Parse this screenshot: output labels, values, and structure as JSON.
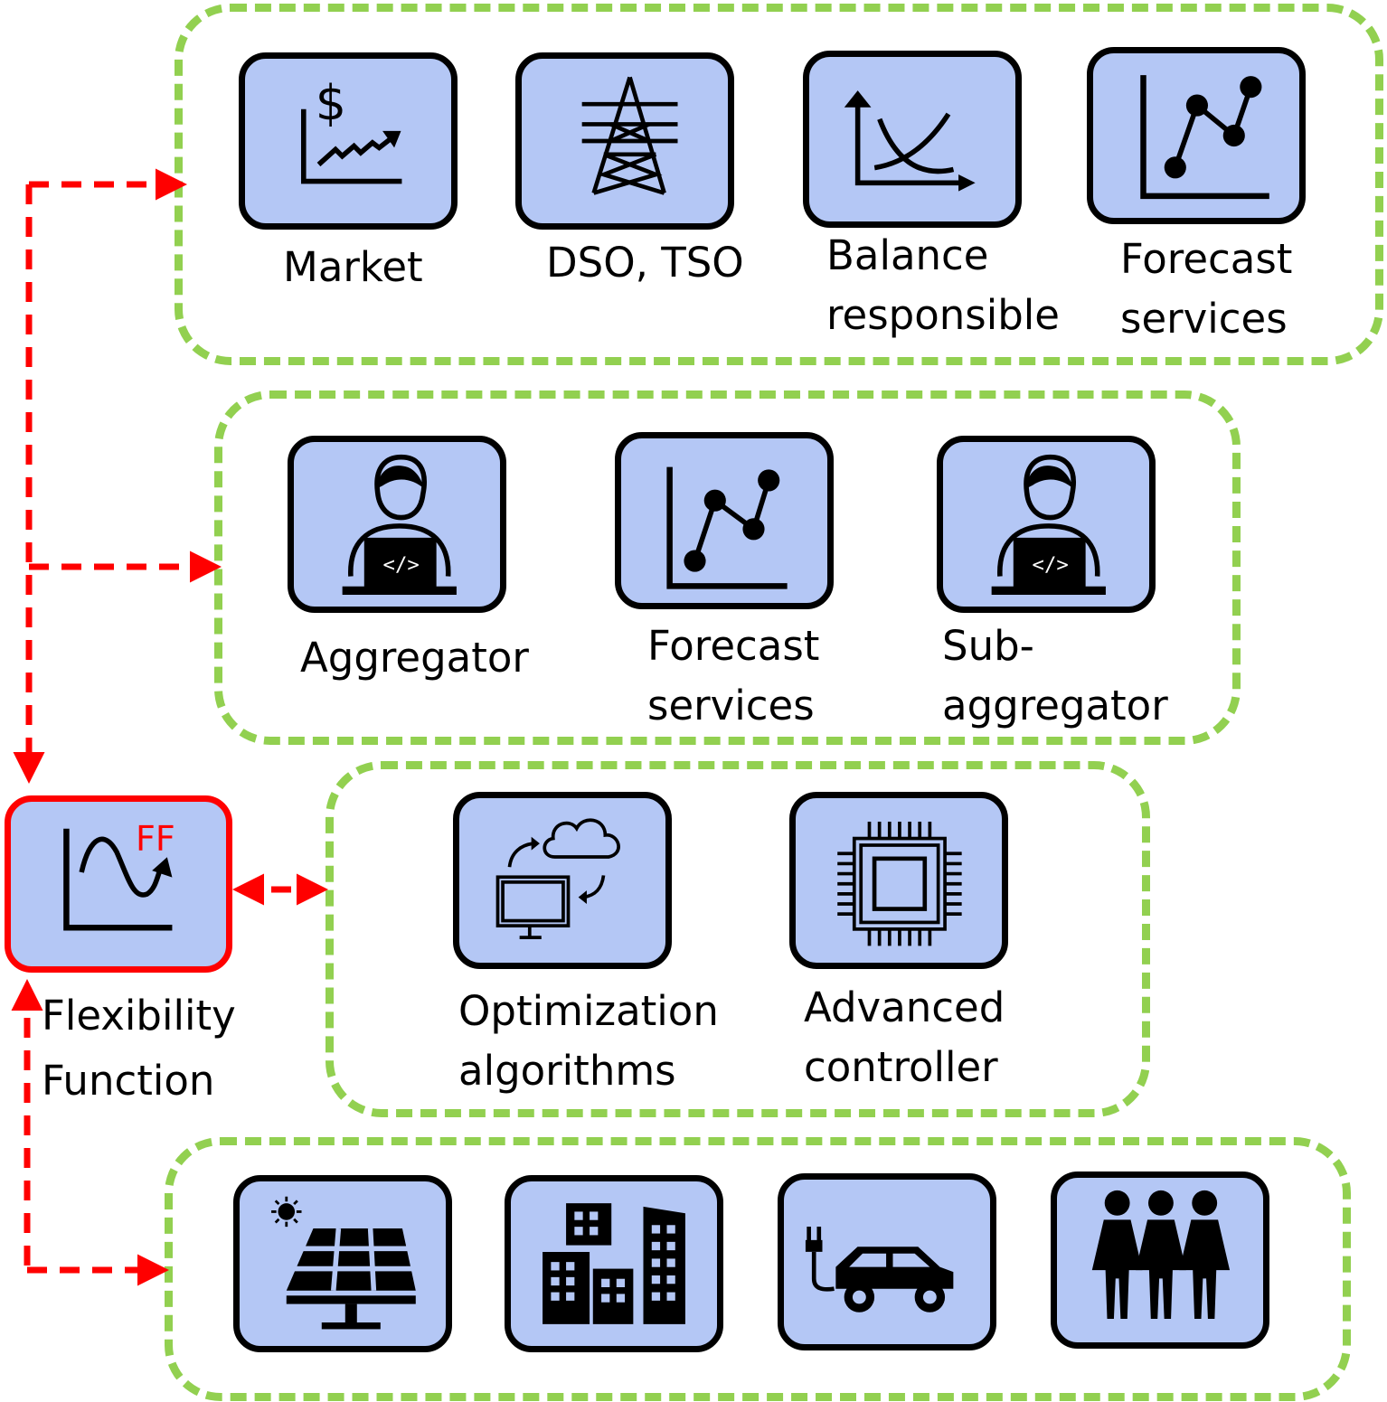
{
  "colors": {
    "group_border": "#92d050",
    "tile_fill": "#b4c7f5",
    "tile_border": "#000000",
    "connector": "#ff0000"
  },
  "groups": [
    {
      "name": "group-market-operators",
      "items": [
        {
          "icon": "market-chart-icon",
          "label": [
            "Market"
          ]
        },
        {
          "icon": "transmission-tower-icon",
          "label": [
            "DSO, TSO"
          ]
        },
        {
          "icon": "balance-curves-icon",
          "label": [
            "Balance",
            "responsible"
          ]
        },
        {
          "icon": "line-graph-icon",
          "label": [
            "Forecast",
            "services"
          ]
        }
      ]
    },
    {
      "name": "group-aggregation",
      "items": [
        {
          "icon": "developer-person-icon",
          "label": [
            "Aggregator"
          ]
        },
        {
          "icon": "line-graph-icon",
          "label": [
            "Forecast",
            "services"
          ]
        },
        {
          "icon": "developer-person-icon",
          "label": [
            "Sub-",
            "aggregator"
          ]
        }
      ]
    },
    {
      "name": "group-control",
      "items": [
        {
          "icon": "cloud-computer-sync-icon",
          "label": [
            "Optimization",
            "algorithms"
          ]
        },
        {
          "icon": "microchip-icon",
          "label": [
            "Advanced",
            "controller"
          ]
        }
      ]
    },
    {
      "name": "group-assets",
      "items": [
        {
          "icon": "solar-panel-icon",
          "label": []
        },
        {
          "icon": "buildings-icon",
          "label": []
        },
        {
          "icon": "electric-car-icon",
          "label": []
        },
        {
          "icon": "people-icon",
          "label": []
        }
      ]
    }
  ],
  "flexibility_function": {
    "icon": "flexibility-curve-icon",
    "badge": "FF",
    "label": [
      "Flexibility",
      "Function"
    ]
  }
}
